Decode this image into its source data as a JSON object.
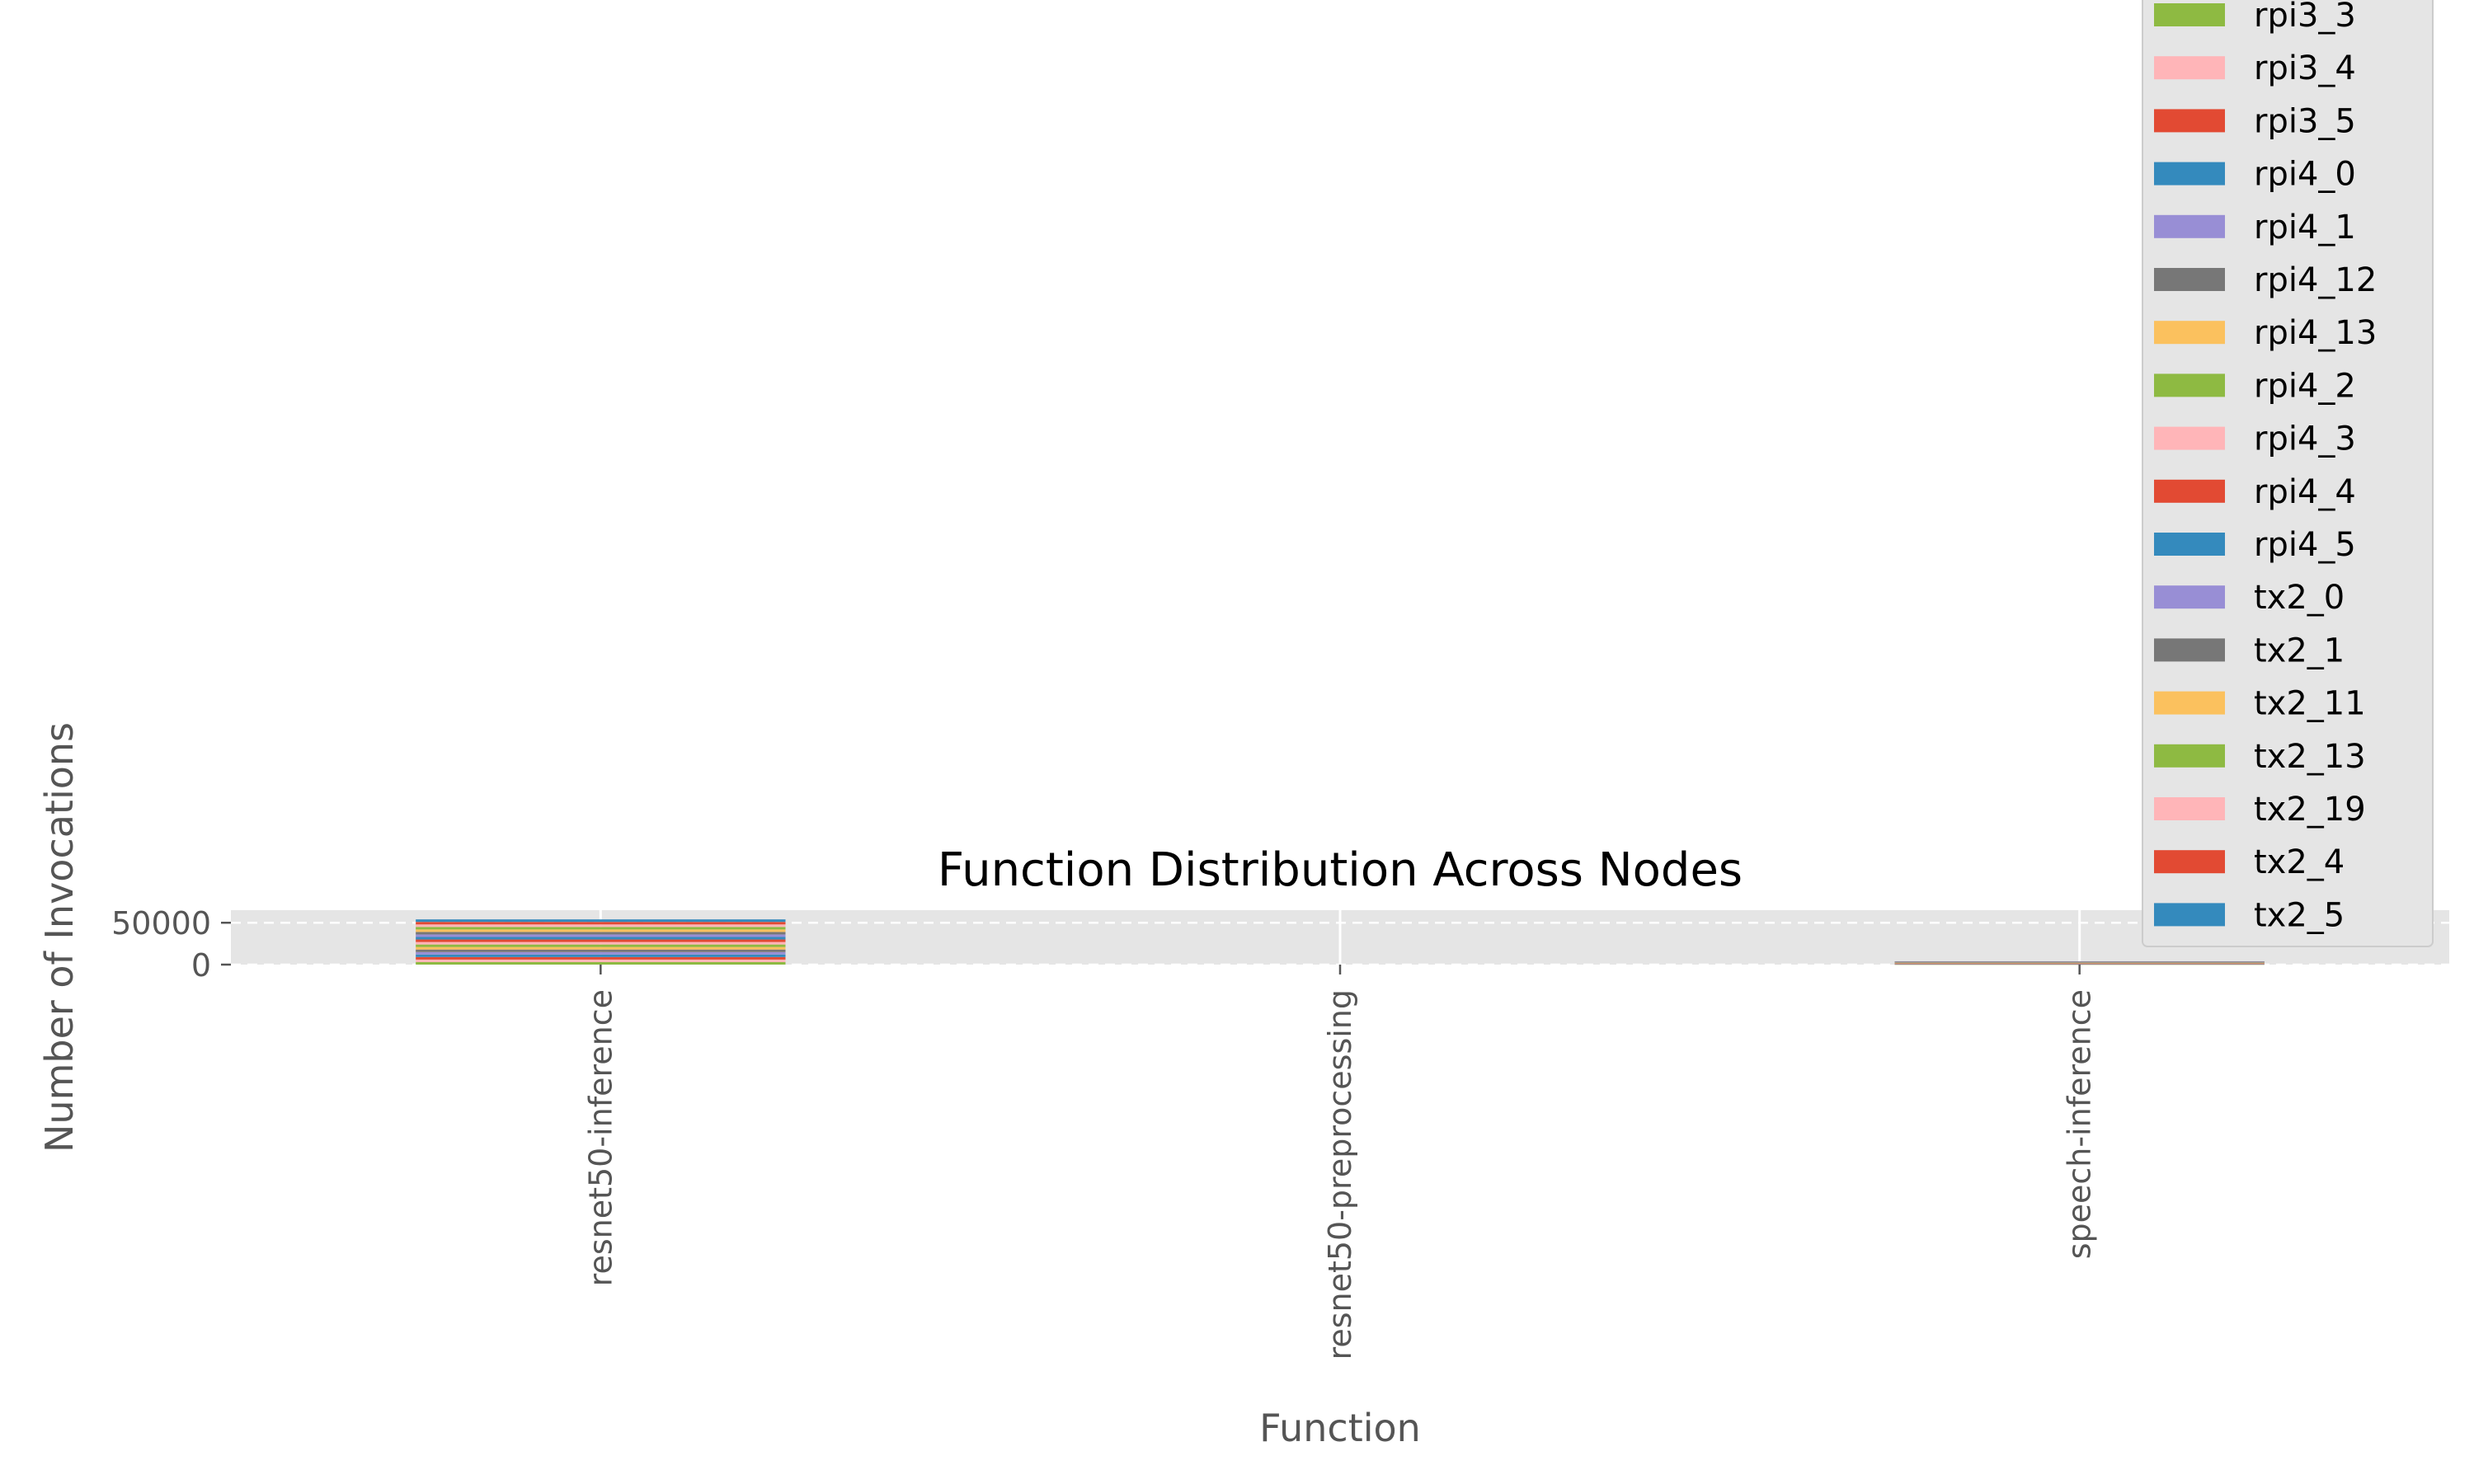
{
  "chart_data": {
    "type": "bar",
    "stacked": true,
    "title": "Function Distribution Across Nodes",
    "xlabel": "Function",
    "ylabel": "Number of Invocations",
    "categories": [
      "resnet50-inference",
      "resnet50-preprocessing",
      "speech-inference"
    ],
    "yticks": [
      0,
      50000
    ],
    "ylim": [
      0,
      65000
    ],
    "grid": true,
    "legend_placement": "top-right",
    "palette": [
      "#8EBA42",
      "#FFB5B8",
      "#E24A33",
      "#348ABD",
      "#988ED5",
      "#777777",
      "#FBC15E"
    ],
    "series": [
      {
        "name": "rpi3_3",
        "color": "#8EBA42",
        "values": [
          3000,
          0,
          220
        ]
      },
      {
        "name": "rpi3_4",
        "color": "#FFB5B8",
        "values": [
          3000,
          0,
          220
        ]
      },
      {
        "name": "rpi3_5",
        "color": "#E24A33",
        "values": [
          3000,
          0,
          220
        ]
      },
      {
        "name": "rpi4_0",
        "color": "#348ABD",
        "values": [
          3000,
          0,
          220
        ]
      },
      {
        "name": "rpi4_1",
        "color": "#988ED5",
        "values": [
          3000,
          0,
          220
        ]
      },
      {
        "name": "rpi4_12",
        "color": "#777777",
        "values": [
          3000,
          0,
          220
        ]
      },
      {
        "name": "rpi4_13",
        "color": "#FBC15E",
        "values": [
          3000,
          0,
          220
        ]
      },
      {
        "name": "rpi4_2",
        "color": "#8EBA42",
        "values": [
          3000,
          0,
          220
        ]
      },
      {
        "name": "rpi4_3",
        "color": "#FFB5B8",
        "values": [
          3000,
          0,
          220
        ]
      },
      {
        "name": "rpi4_4",
        "color": "#E24A33",
        "values": [
          3000,
          0,
          220
        ]
      },
      {
        "name": "rpi4_5",
        "color": "#348ABD",
        "values": [
          3000,
          0,
          220
        ]
      },
      {
        "name": "tx2_0",
        "color": "#988ED5",
        "values": [
          3000,
          0,
          220
        ]
      },
      {
        "name": "tx2_1",
        "color": "#777777",
        "values": [
          3000,
          0,
          220
        ]
      },
      {
        "name": "tx2_11",
        "color": "#FBC15E",
        "values": [
          3000,
          0,
          220
        ]
      },
      {
        "name": "tx2_13",
        "color": "#8EBA42",
        "values": [
          3000,
          0,
          220
        ]
      },
      {
        "name": "tx2_19",
        "color": "#FFB5B8",
        "values": [
          3000,
          0,
          220
        ]
      },
      {
        "name": "tx2_4",
        "color": "#E24A33",
        "values": [
          3000,
          0,
          220
        ]
      },
      {
        "name": "tx2_5",
        "color": "#348ABD",
        "values": [
          3000,
          0,
          220
        ]
      }
    ]
  }
}
